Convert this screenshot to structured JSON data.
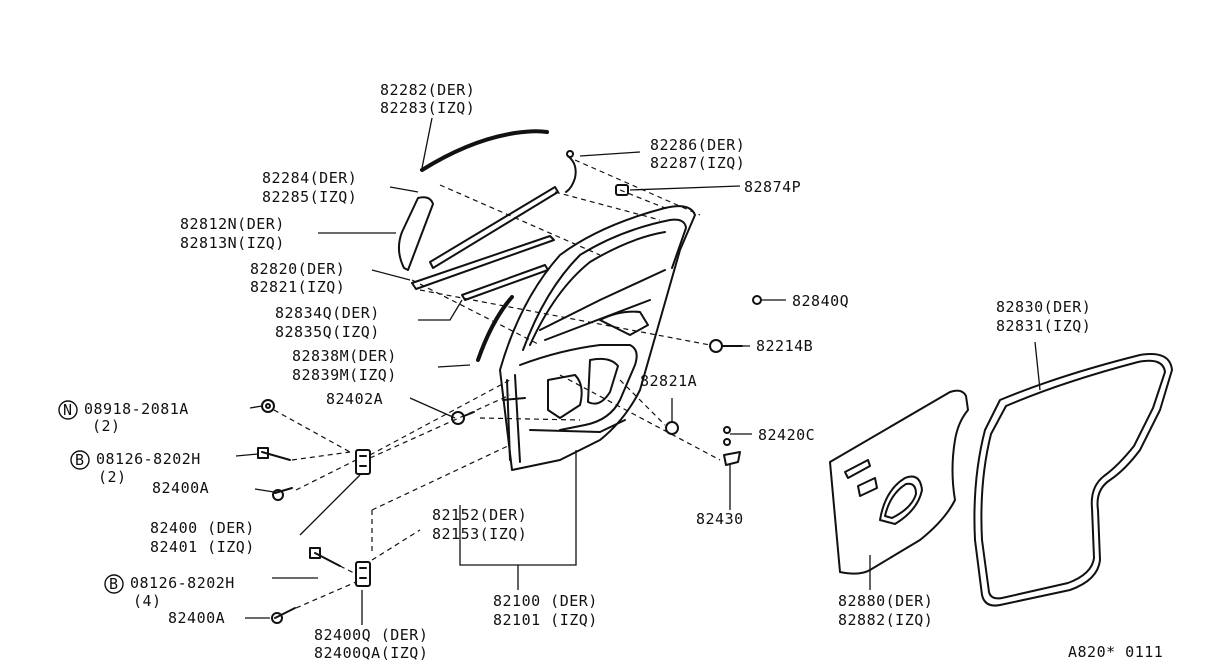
{
  "labels": {
    "p82282": "82282(DER)",
    "p82283": "82283(IZQ)",
    "p82286": "82286(DER)",
    "p82287": "82287(IZQ)",
    "p82874P": "82874P",
    "p82284": "82284(DER)",
    "p82285": "82285(IZQ)",
    "p82812N": "82812N(DER)",
    "p82813N": "82813N(IZQ)",
    "p82820": "82820(DER)",
    "p82821": "82821(IZQ)",
    "p82834Q": "82834Q(DER)",
    "p82835Q": "82835Q(IZQ)",
    "p82838M": "82838M(DER)",
    "p82839M": "82839M(IZQ)",
    "p82840Q": "82840Q",
    "p82214B": "82214B",
    "p82830": "82830(DER)",
    "p82831": "82831(IZQ)",
    "p08918": "08918-2081A",
    "q08918": "(2)",
    "p82402A": "82402A",
    "p82821A": "82821A",
    "p08126a": "08126-8202H",
    "q08126a": "(2)",
    "p82420C": "82420C",
    "p82400A_1": "82400A",
    "p82430": "82430",
    "p82152": "82152(DER)",
    "p82153": "82153(IZQ)",
    "p82400": "82400 (DER)",
    "p82401": "82401 (IZQ)",
    "p08126b": "08126-8202H",
    "q08126b": "(4)",
    "p82100": "82100 (DER)",
    "p82101": "82101 (IZQ)",
    "p82880": "82880(DER)",
    "p82882": "82882(IZQ)",
    "p82400A_2": "82400A",
    "p82400Q": "82400Q (DER)",
    "p82400QA": "82400QA(IZQ)",
    "footer_code": "A820* 0111"
  },
  "symbols": {
    "n_symbol": "N",
    "b_symbol_1": "B",
    "b_symbol_2": "B"
  }
}
